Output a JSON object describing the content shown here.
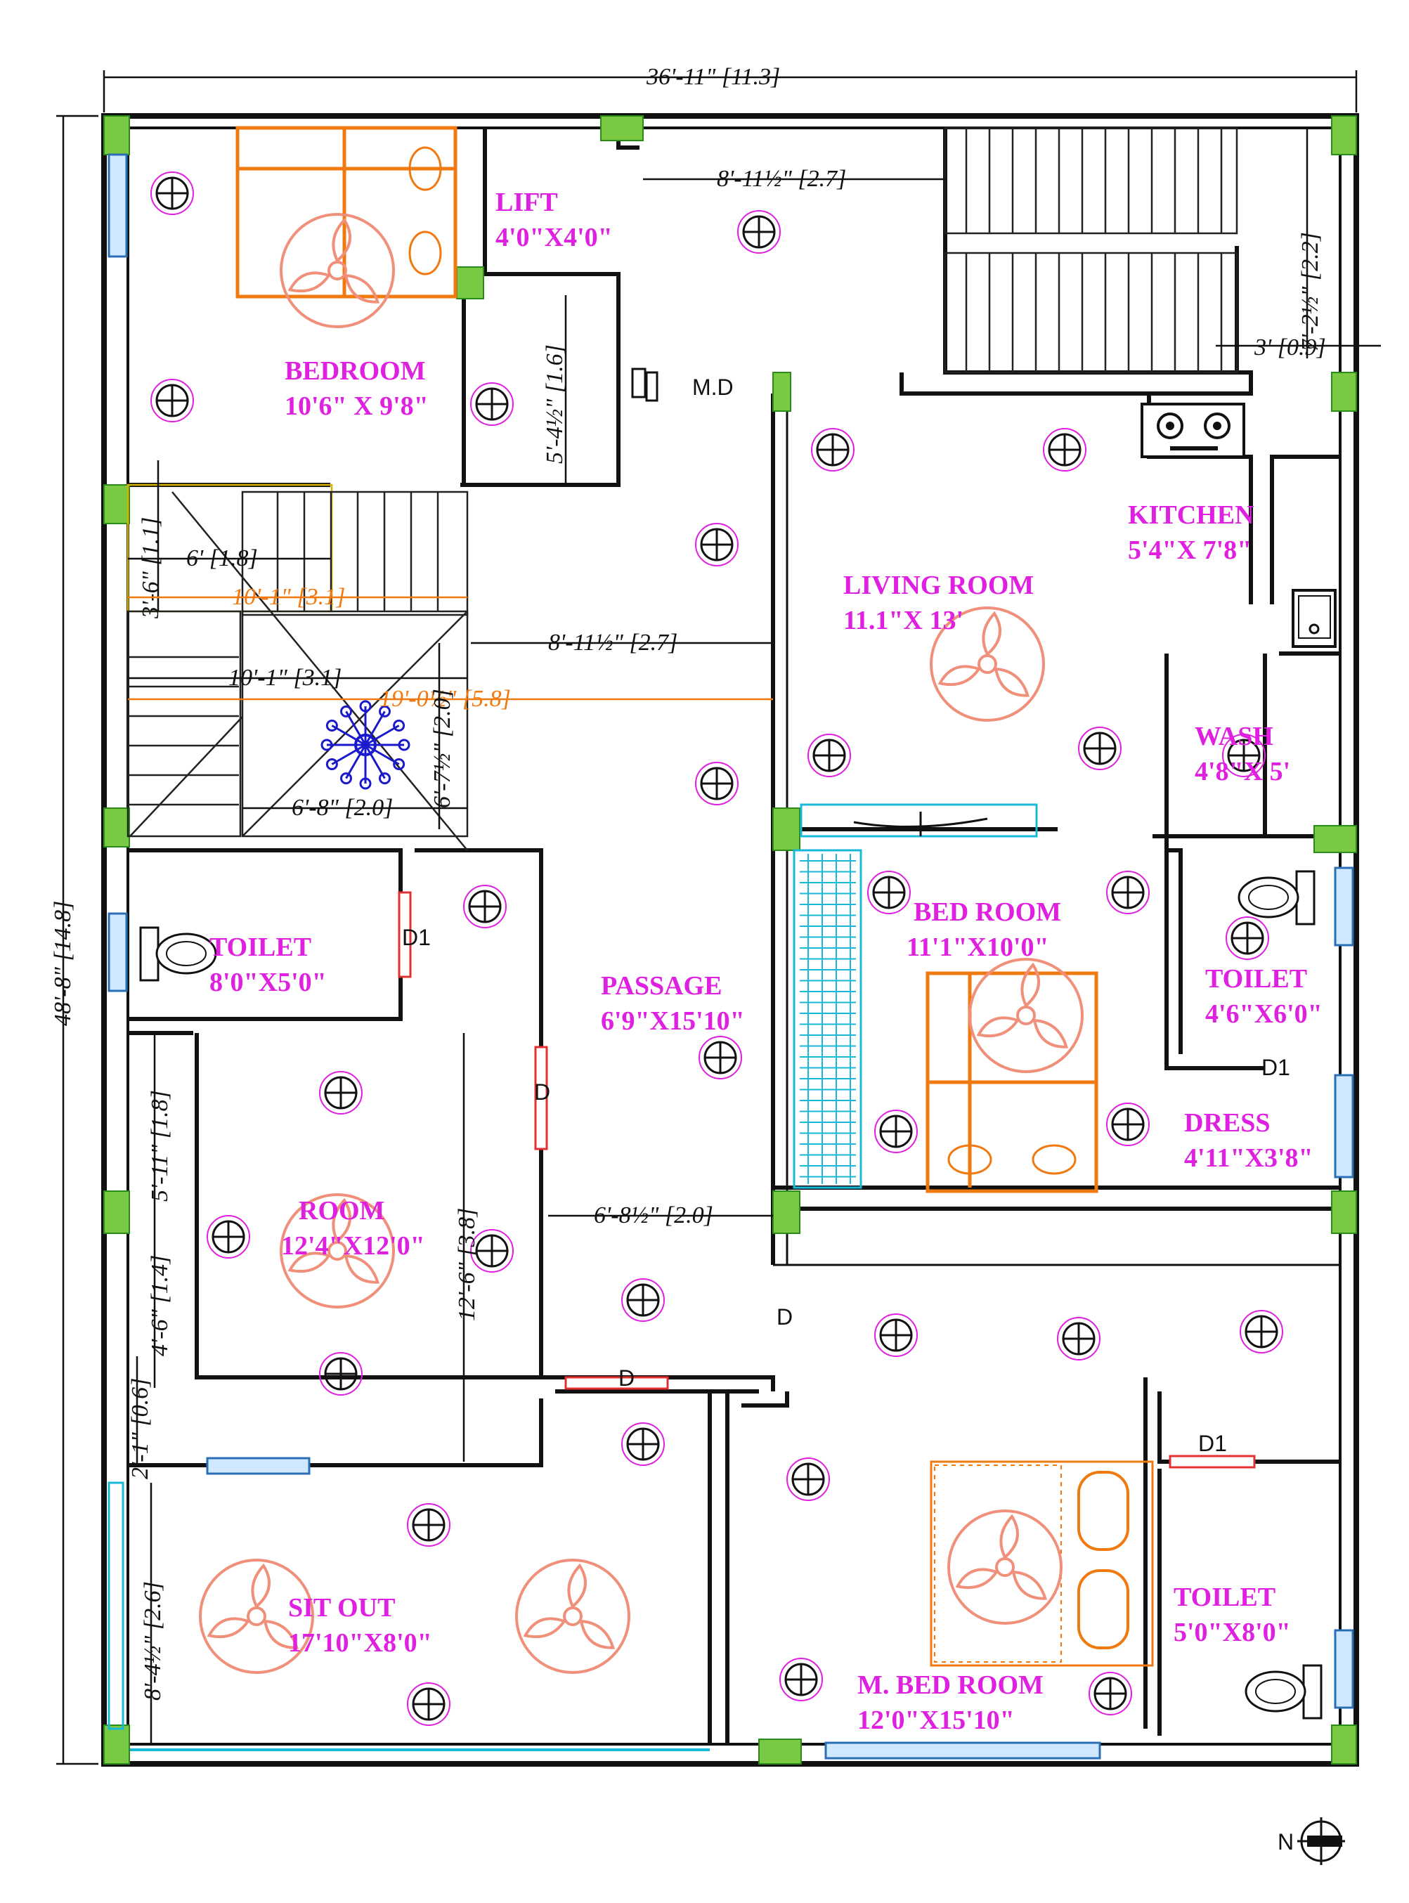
{
  "overall_dimensions": {
    "width": "36'-11\" [11.3]",
    "height": "48'-8\" [14.8]"
  },
  "rooms": {
    "bedroom": {
      "name": "BEDROOM",
      "size": "10'6\" X 9'8\""
    },
    "lift": {
      "name": "LIFT",
      "size": "4'0\"X4'0\""
    },
    "kitchen": {
      "name": "KITCHEN",
      "size": "5'4\"X 7'8\""
    },
    "living_room": {
      "name": "LIVING ROOM",
      "size": "11.1\"X 13'"
    },
    "wash": {
      "name": "WASH",
      "size": "4'8\"X 5'"
    },
    "toilet_1": {
      "name": "TOILET",
      "size": "8'0\"X5'0\""
    },
    "passage": {
      "name": "PASSAGE",
      "size": "6'9\"X15'10\""
    },
    "bed_room_2": {
      "name": "BED ROOM",
      "size": "11'1\"X10'0\""
    },
    "toilet_2": {
      "name": "TOILET",
      "size": "4'6\"X6'0\""
    },
    "dress": {
      "name": "DRESS",
      "size": "4'11\"X3'8\""
    },
    "room": {
      "name": "ROOM",
      "size": "12'4\"X12'0\""
    },
    "sit_out": {
      "name": "SIT OUT",
      "size": "17'10\"X8'0\""
    },
    "m_bed_room": {
      "name": "M. BED ROOM",
      "size": "12'0\"X15'10\""
    },
    "toilet_3": {
      "name": "TOILET",
      "size": "5'0\"X8'0\""
    }
  },
  "dimensions": {
    "stair_gap_top": "8'-11½\" [2.7]",
    "stair_height_right": "7'-2½\" [2.2]",
    "stair_width_right": "3' [0.9]",
    "lift_lobby": "5'-4½\" [1.6]",
    "landing_depth": "3'-6\" [1.1]",
    "landing_width": "6' [1.8]",
    "stair_width_orange": "10'-1\" [3.1]",
    "passage_to_living": "8'-11½\" [2.7]",
    "stair_width_black": "10'-1\" [3.1]",
    "stair_total_orange": "19'-0½\" [5.8]",
    "stair_run": "6'-7½\" [2.0]",
    "stair_bottom": "6'-8\" [2.0]",
    "passage_width": "6'-8½\" [2.0]",
    "room_side_1": "5'-11\" [1.8]",
    "room_side_2": "4'-6\" [1.4]",
    "room_side_3": "2'-1\" [0.6]",
    "room_height": "12'-6\" [3.8]",
    "sitout_depth": "8'-4½\" [2.6]"
  },
  "tags": {
    "main_door": "M.D",
    "d1_toilet1": "D1",
    "d_room": "D",
    "d1_toilet2": "D1",
    "d_passage": "D",
    "d_sitout": "D",
    "d1_toilet3": "D1",
    "north": "N"
  },
  "colors": {
    "room_text": "#e020e0",
    "column": "#7ac943",
    "window": "#2a6fb5",
    "door": "#e03030",
    "fan": "#f0907a",
    "furniture": "#f07a10",
    "chandelier": "#1a1acc"
  }
}
